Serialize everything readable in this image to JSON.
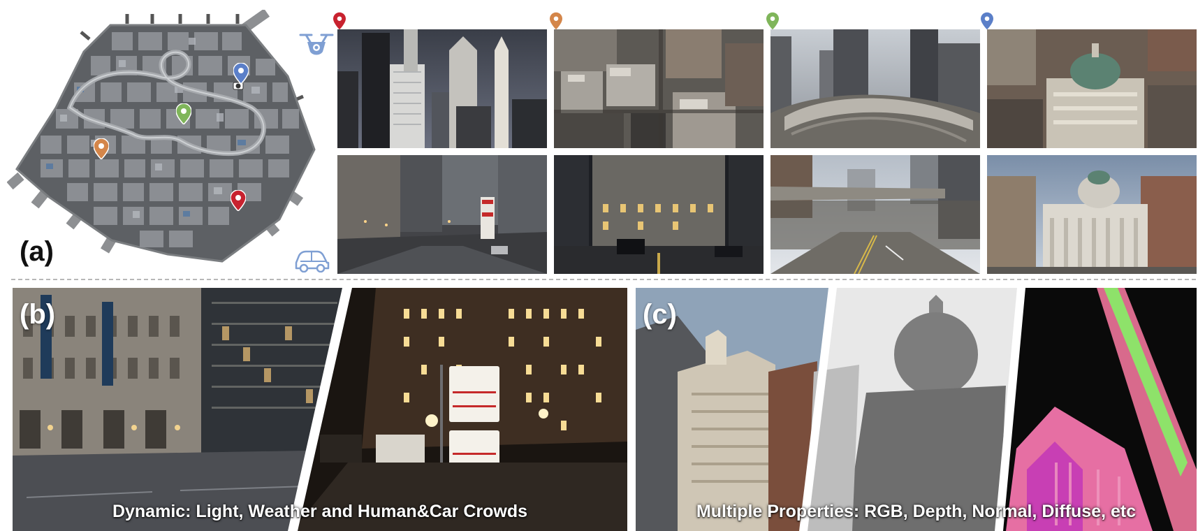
{
  "panel_a": {
    "label": "(a)",
    "map_icon": "city-map",
    "pins": [
      {
        "id": "red",
        "color": "#c8222f"
      },
      {
        "id": "orange",
        "color": "#d4864a"
      },
      {
        "id": "green",
        "color": "#7fb55a"
      },
      {
        "id": "blue",
        "color": "#5b7fc8"
      }
    ],
    "drone_icon": "drone-icon",
    "car_icon": "car-icon",
    "view_columns": [
      {
        "pin_color": "#c8222f",
        "aerial": "aerial-skyscrapers",
        "street": "street-wet-road"
      },
      {
        "pin_color": "#d4864a",
        "aerial": "aerial-rooftops",
        "street": "street-night-building"
      },
      {
        "pin_color": "#7fb55a",
        "aerial": "aerial-overpass",
        "street": "street-overpass-road"
      },
      {
        "pin_color": "#5b7fc8",
        "aerial": "aerial-domed-building",
        "street": "street-domed-building"
      }
    ]
  },
  "panel_b": {
    "label": "(b)",
    "caption": "Dynamic: Light, Weather and Human&Car Crowds"
  },
  "panel_c": {
    "label": "(c)",
    "caption": "Multiple Properties: RGB, Depth, Normal, Diffuse, etc"
  }
}
